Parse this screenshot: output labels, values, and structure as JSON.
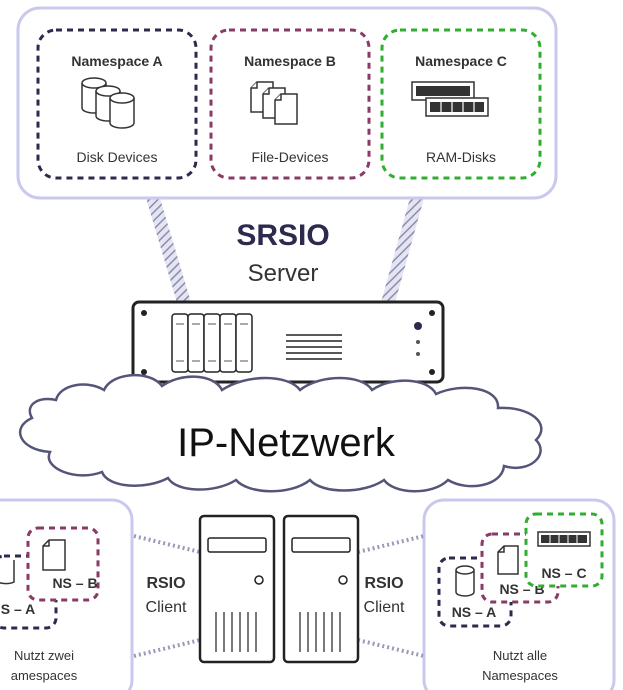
{
  "namespaces": [
    {
      "title": "Namespace A",
      "caption": "Disk Devices",
      "color": "#2c2a4e",
      "icon": "disk-stack-icon"
    },
    {
      "title": "Namespace B",
      "caption": "File-Devices",
      "color": "#8a3a66",
      "icon": "file-stack-icon"
    },
    {
      "title": "Namespace C",
      "caption": "RAM-Disks",
      "color": "#2fae2f",
      "icon": "ram-module-icon"
    }
  ],
  "server": {
    "name": "SRSIO",
    "role": "Server"
  },
  "network": {
    "label": "IP-Netzwerk"
  },
  "clients": {
    "left": {
      "label_bold": "RSIO",
      "label": "Client",
      "badges": [
        "NS – B",
        "S – A"
      ],
      "caption_line1": "Nutzt zwei",
      "caption_line2": "amespaces"
    },
    "right": {
      "label_bold": "RSIO",
      "label": "Client",
      "badges": [
        "NS – C",
        "NS – B",
        "NS – A"
      ],
      "caption_line1": "Nutzt alle",
      "caption_line2": "Namespaces"
    }
  },
  "colors": {
    "panel_border": "#c9c9ee",
    "accent_dark": "#2c2a4e",
    "accent_b": "#8a3a66",
    "accent_c": "#2fae2f",
    "link": "#9a9aba",
    "cloud_stroke": "#55557a",
    "text": "#333333"
  }
}
